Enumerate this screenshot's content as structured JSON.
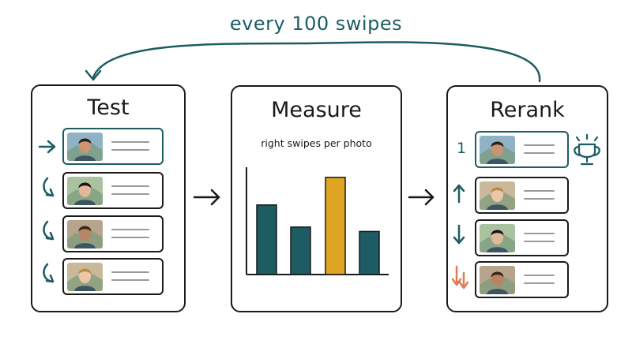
{
  "cycle": {
    "label": "every 100 swipes",
    "color": "#1d5c63"
  },
  "panels": {
    "test": {
      "title": "Test"
    },
    "measure": {
      "title": "Measure",
      "chart_label": "right swipes per photo"
    },
    "rerank": {
      "title": "Rerank",
      "top_rank_label": "1"
    }
  },
  "colors": {
    "teal": "#1d5c63",
    "gold": "#e0a423",
    "orange": "#e07a52",
    "ink": "#1a1a1a",
    "placeholder_line": "#9a9a9a"
  },
  "icons": {
    "test_markers": [
      "arrow-right-icon",
      "curved-arrow-icon",
      "curved-arrow-icon",
      "curved-arrow-icon"
    ],
    "rerank_markers": [
      "rank-number",
      "arrow-up-icon",
      "arrow-down-icon",
      "double-arrow-down-icon"
    ],
    "winner": "trophy-icon"
  },
  "chart_data": {
    "type": "bar",
    "categories": [],
    "values": [
      6.3,
      4.3,
      8.8,
      3.9
    ],
    "highlight_index": 2,
    "ylim": [
      0,
      10
    ],
    "xlabel": "",
    "ylabel": "",
    "grid": false,
    "bar_colors": [
      "#1d5c63",
      "#1d5c63",
      "#e0a423",
      "#1d5c63"
    ]
  }
}
